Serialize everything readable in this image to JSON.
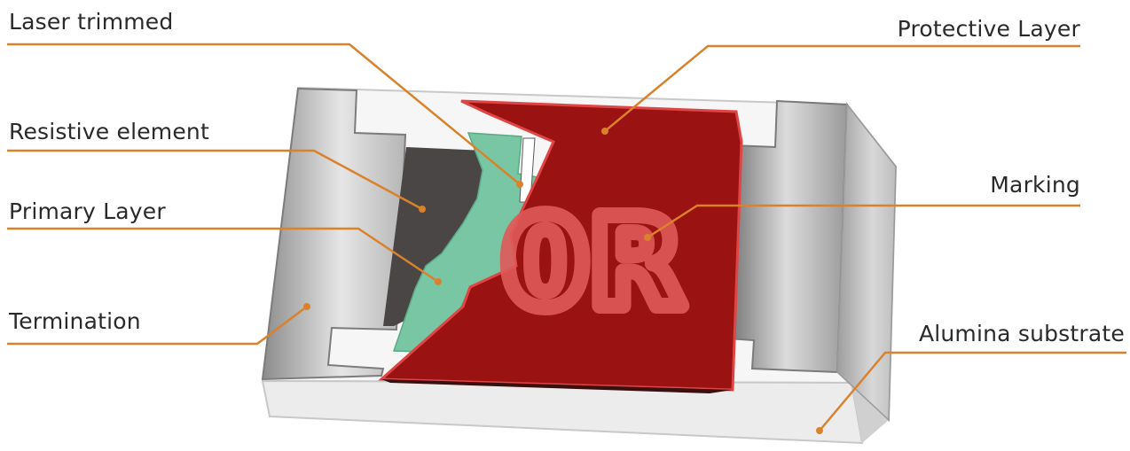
{
  "labels": {
    "laser_trimmed": "Laser trimmed",
    "protective_layer": "Protective Layer",
    "resistive_element": "Resistive element",
    "marking": "Marking",
    "primary_layer": "Primary Layer",
    "termination": "Termination",
    "alumina_substrate": "Alumina substrate"
  },
  "marking_text": "0R",
  "colors": {
    "leader": "#d9822b",
    "substrate": "#f4f4f4",
    "substrate_edge": "#cfcfcf",
    "termination_light": "#e2e2e2",
    "termination_dark": "#7a7a7a",
    "resistive": "#4a4646",
    "primary_layer": "#78c6a3",
    "protective_layer": "#9b1212",
    "protective_edge": "#d93a3a",
    "marking": "#e05a5a",
    "label_text": "#2a2a2a"
  }
}
